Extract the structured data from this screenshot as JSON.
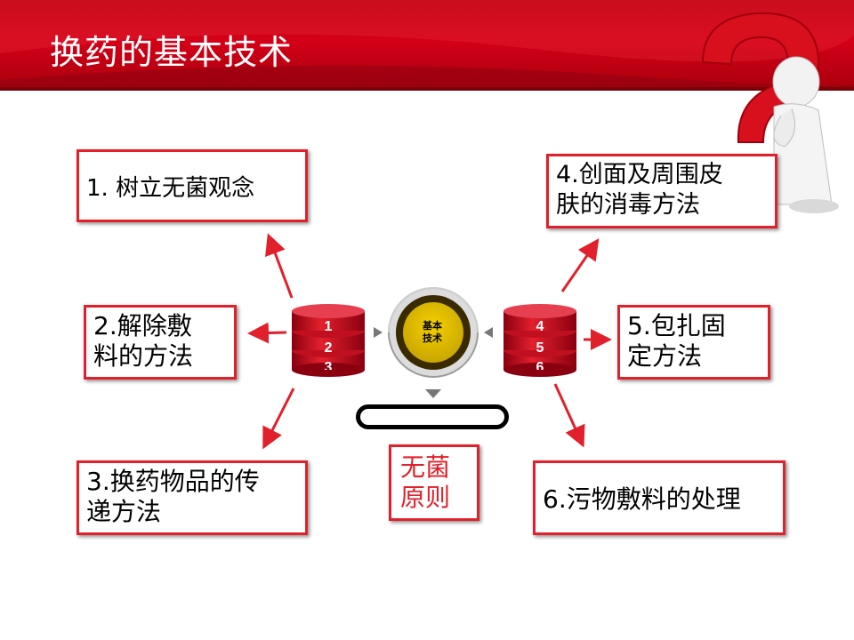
{
  "title": "换药的基本技术",
  "hub": {
    "line1": "基本",
    "line2": "技术"
  },
  "left_cylinder": {
    "n1": "1",
    "n2": "2",
    "n3": "3"
  },
  "right_cylinder": {
    "n1": "4",
    "n2": "5",
    "n3": "6"
  },
  "boxes": {
    "b1": {
      "line1": "1. 树立无菌观念",
      "line2": ""
    },
    "b2": {
      "line1": "2.解除敷",
      "line2": "料的方法"
    },
    "b3": {
      "line1": "3.换药物品的传",
      "line2": "递方法"
    },
    "b4": {
      "line1": "4.创面及周围皮",
      "line2": "肤的消毒方法"
    },
    "b5": {
      "line1": "5.包扎固",
      "line2": "定方法"
    },
    "b6": {
      "line1": "6.污物敷料的处理",
      "line2": ""
    }
  },
  "sterile": {
    "line1": "无菌",
    "line2": "原则"
  },
  "colors": {
    "header_red": "#d40018",
    "accent_red": "#e0202a"
  },
  "icons": {
    "question": "question-mark-icon",
    "figure": "thinking-figure-icon"
  }
}
